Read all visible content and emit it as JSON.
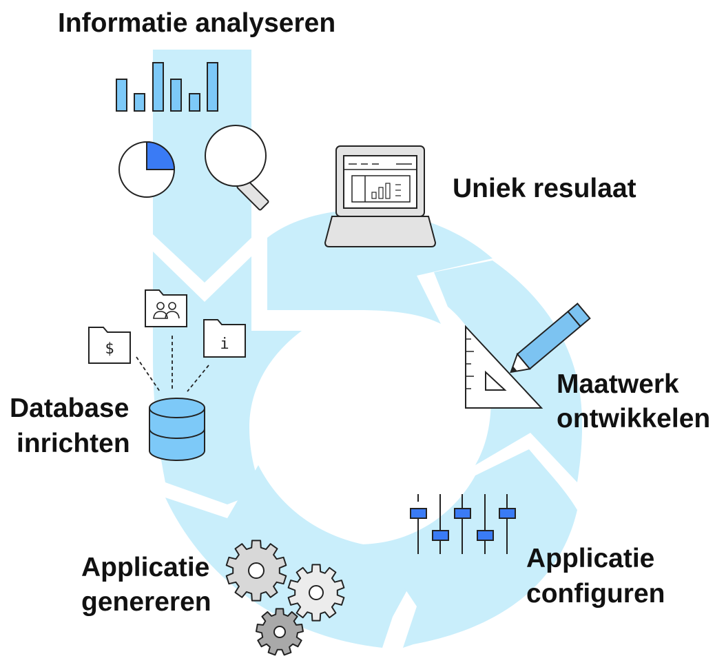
{
  "colors": {
    "flow": "#c9eefb",
    "accent_blue": "#3a7bf5",
    "icon_blue": "#7dc9f8",
    "pencil_blue": "#7cc3f1",
    "gear_light": "#d8d8d8",
    "gear_mid": "#ececec",
    "gear_dark": "#a9a9a9",
    "outline": "#222222"
  },
  "steps": [
    {
      "id": "analyseren",
      "lines": [
        "Informatie analyseren"
      ],
      "icons": [
        "bar-chart-icon",
        "pie-chart-icon",
        "magnifier-icon"
      ]
    },
    {
      "id": "resultaat",
      "lines": [
        "Uniek resulaat"
      ],
      "icons": [
        "laptop-icon"
      ]
    },
    {
      "id": "maatwerk",
      "lines": [
        "Maatwerk",
        "ontwikkelen"
      ],
      "icons": [
        "set-square-icon",
        "pencil-icon"
      ]
    },
    {
      "id": "configureren",
      "lines": [
        "Applicatie",
        "configuren"
      ],
      "icons": [
        "sliders-icon"
      ]
    },
    {
      "id": "genereren",
      "lines": [
        "Applicatie",
        "genereren"
      ],
      "icons": [
        "gears-icon"
      ]
    },
    {
      "id": "database",
      "lines": [
        "Database",
        "inrichten"
      ],
      "icons": [
        "database-icon",
        "folder-users-icon",
        "folder-dollar-icon",
        "folder-info-icon"
      ]
    }
  ],
  "folder_glyphs": {
    "dollar": "$",
    "info": "i"
  }
}
